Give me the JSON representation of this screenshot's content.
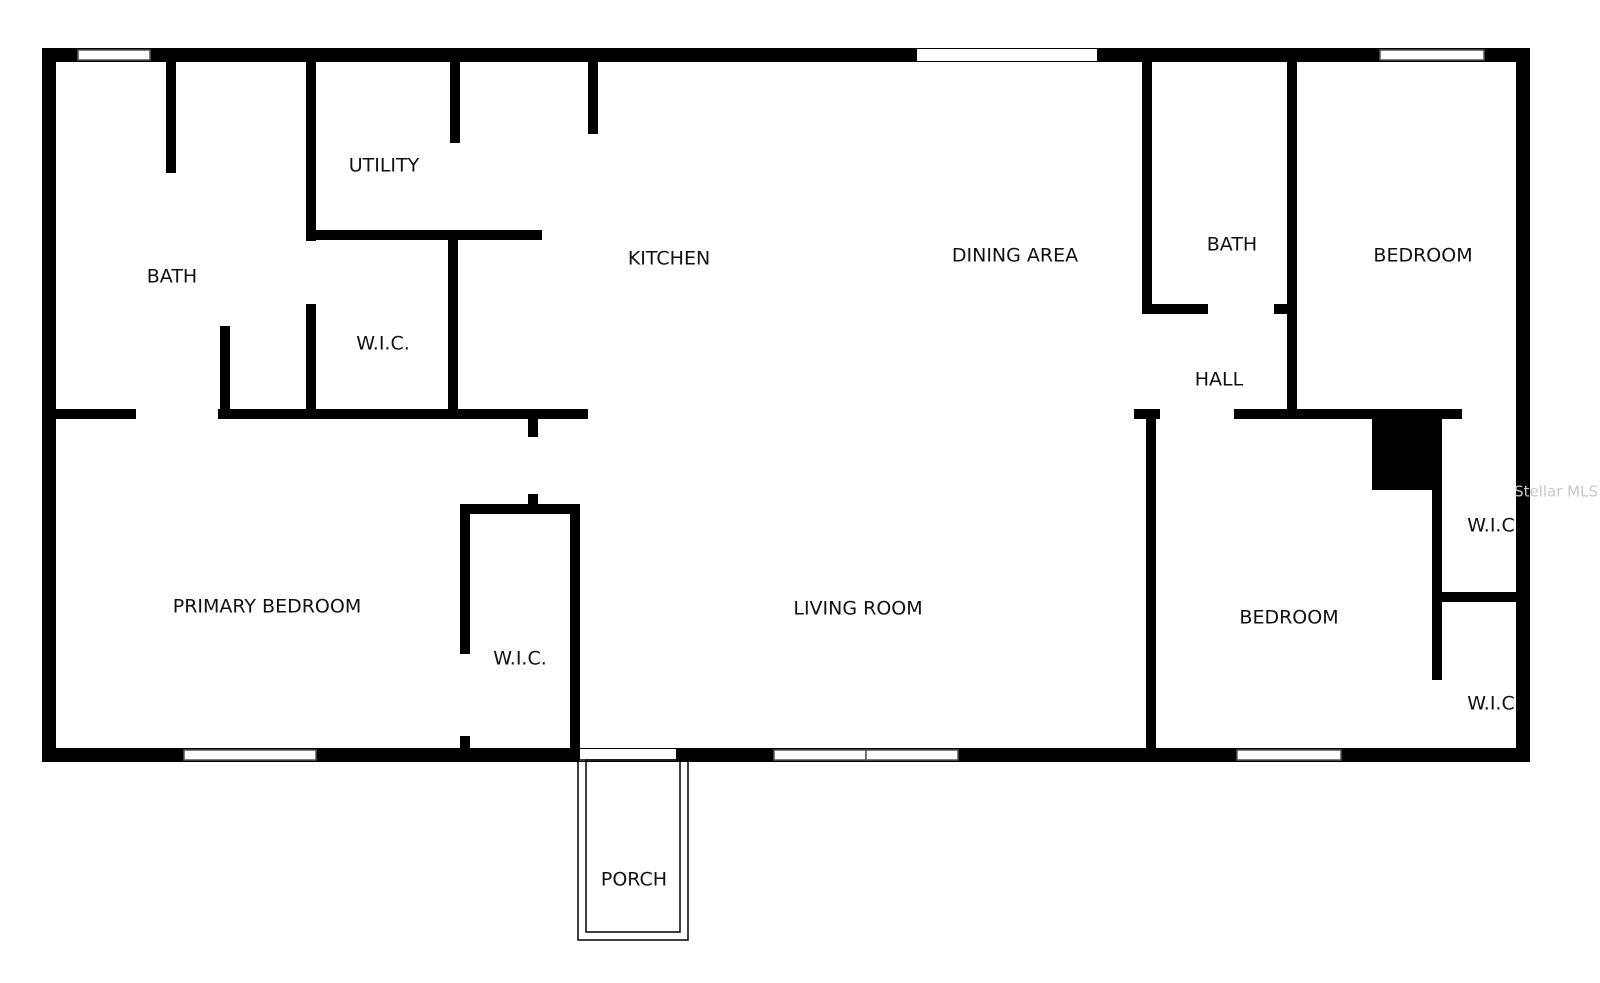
{
  "floor_plan": {
    "rooms": {
      "bath_left": "BATH",
      "utility": "UTILITY",
      "wic_upper": "W.I.C.",
      "kitchen": "KITCHEN",
      "dining_area": "DINING AREA",
      "bath_right": "BATH",
      "bedroom_upper_right": "BEDROOM",
      "hall": "HALL",
      "primary_bedroom": "PRIMARY BEDROOM",
      "wic_primary": "W.I.C.",
      "living_room": "LIVING ROOM",
      "bedroom_lower_right": "BEDROOM",
      "wic_right_upper": "W.I.C.",
      "wic_right_lower": "W.I.C.",
      "porch": "PORCH"
    },
    "watermark": "Stellar MLS",
    "colors": {
      "wall": "#000000",
      "background": "#ffffff",
      "window_frame": "#555555"
    }
  }
}
